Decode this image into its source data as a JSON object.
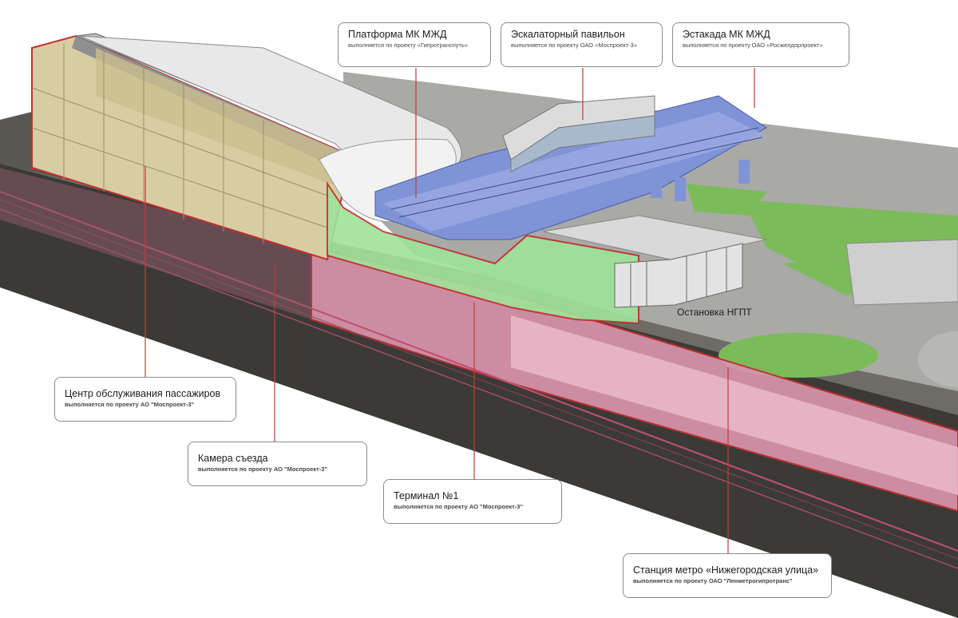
{
  "callouts": {
    "platform": {
      "title": "Платформа МК МЖД",
      "subtitle": "выполняется по проекту «Гипротранспуть»"
    },
    "escalator": {
      "title": "Эскалаторный павильон",
      "subtitle": "выполняется по проекту ОАО «Моспроект-3»"
    },
    "overpass": {
      "title": "Эстакада МК МЖД",
      "subtitle": "выполняется по проекту ОАО «Росжелдорпроект»"
    },
    "service_center": {
      "title": "Центр обслуживания пассажиров",
      "subtitle": "выполняется по проекту АО \"Моспроект-3\""
    },
    "exit_chamber": {
      "title": "Камера съезда",
      "subtitle": "выполняется по проекту АО \"Моспроект-3\""
    },
    "terminal": {
      "title": "Терминал №1",
      "subtitle": "выполняется по проекту АО \"Моспроект-3\""
    },
    "metro_station": {
      "title": "Станция метро «Нижегородская улица»",
      "subtitle": "выполняется по проекту ОАО \"Ленметрогипротранс\""
    }
  },
  "labels": {
    "bus_stop": "Остановка НГПТ"
  },
  "colors": {
    "service_center": "#d9cfa6",
    "terminal": "#a8e6a0",
    "metro_tunnel": "#e3a3ba",
    "platform": "#7f93d6",
    "callout_lines": "#cc3333",
    "ground": "#3a3a38"
  }
}
